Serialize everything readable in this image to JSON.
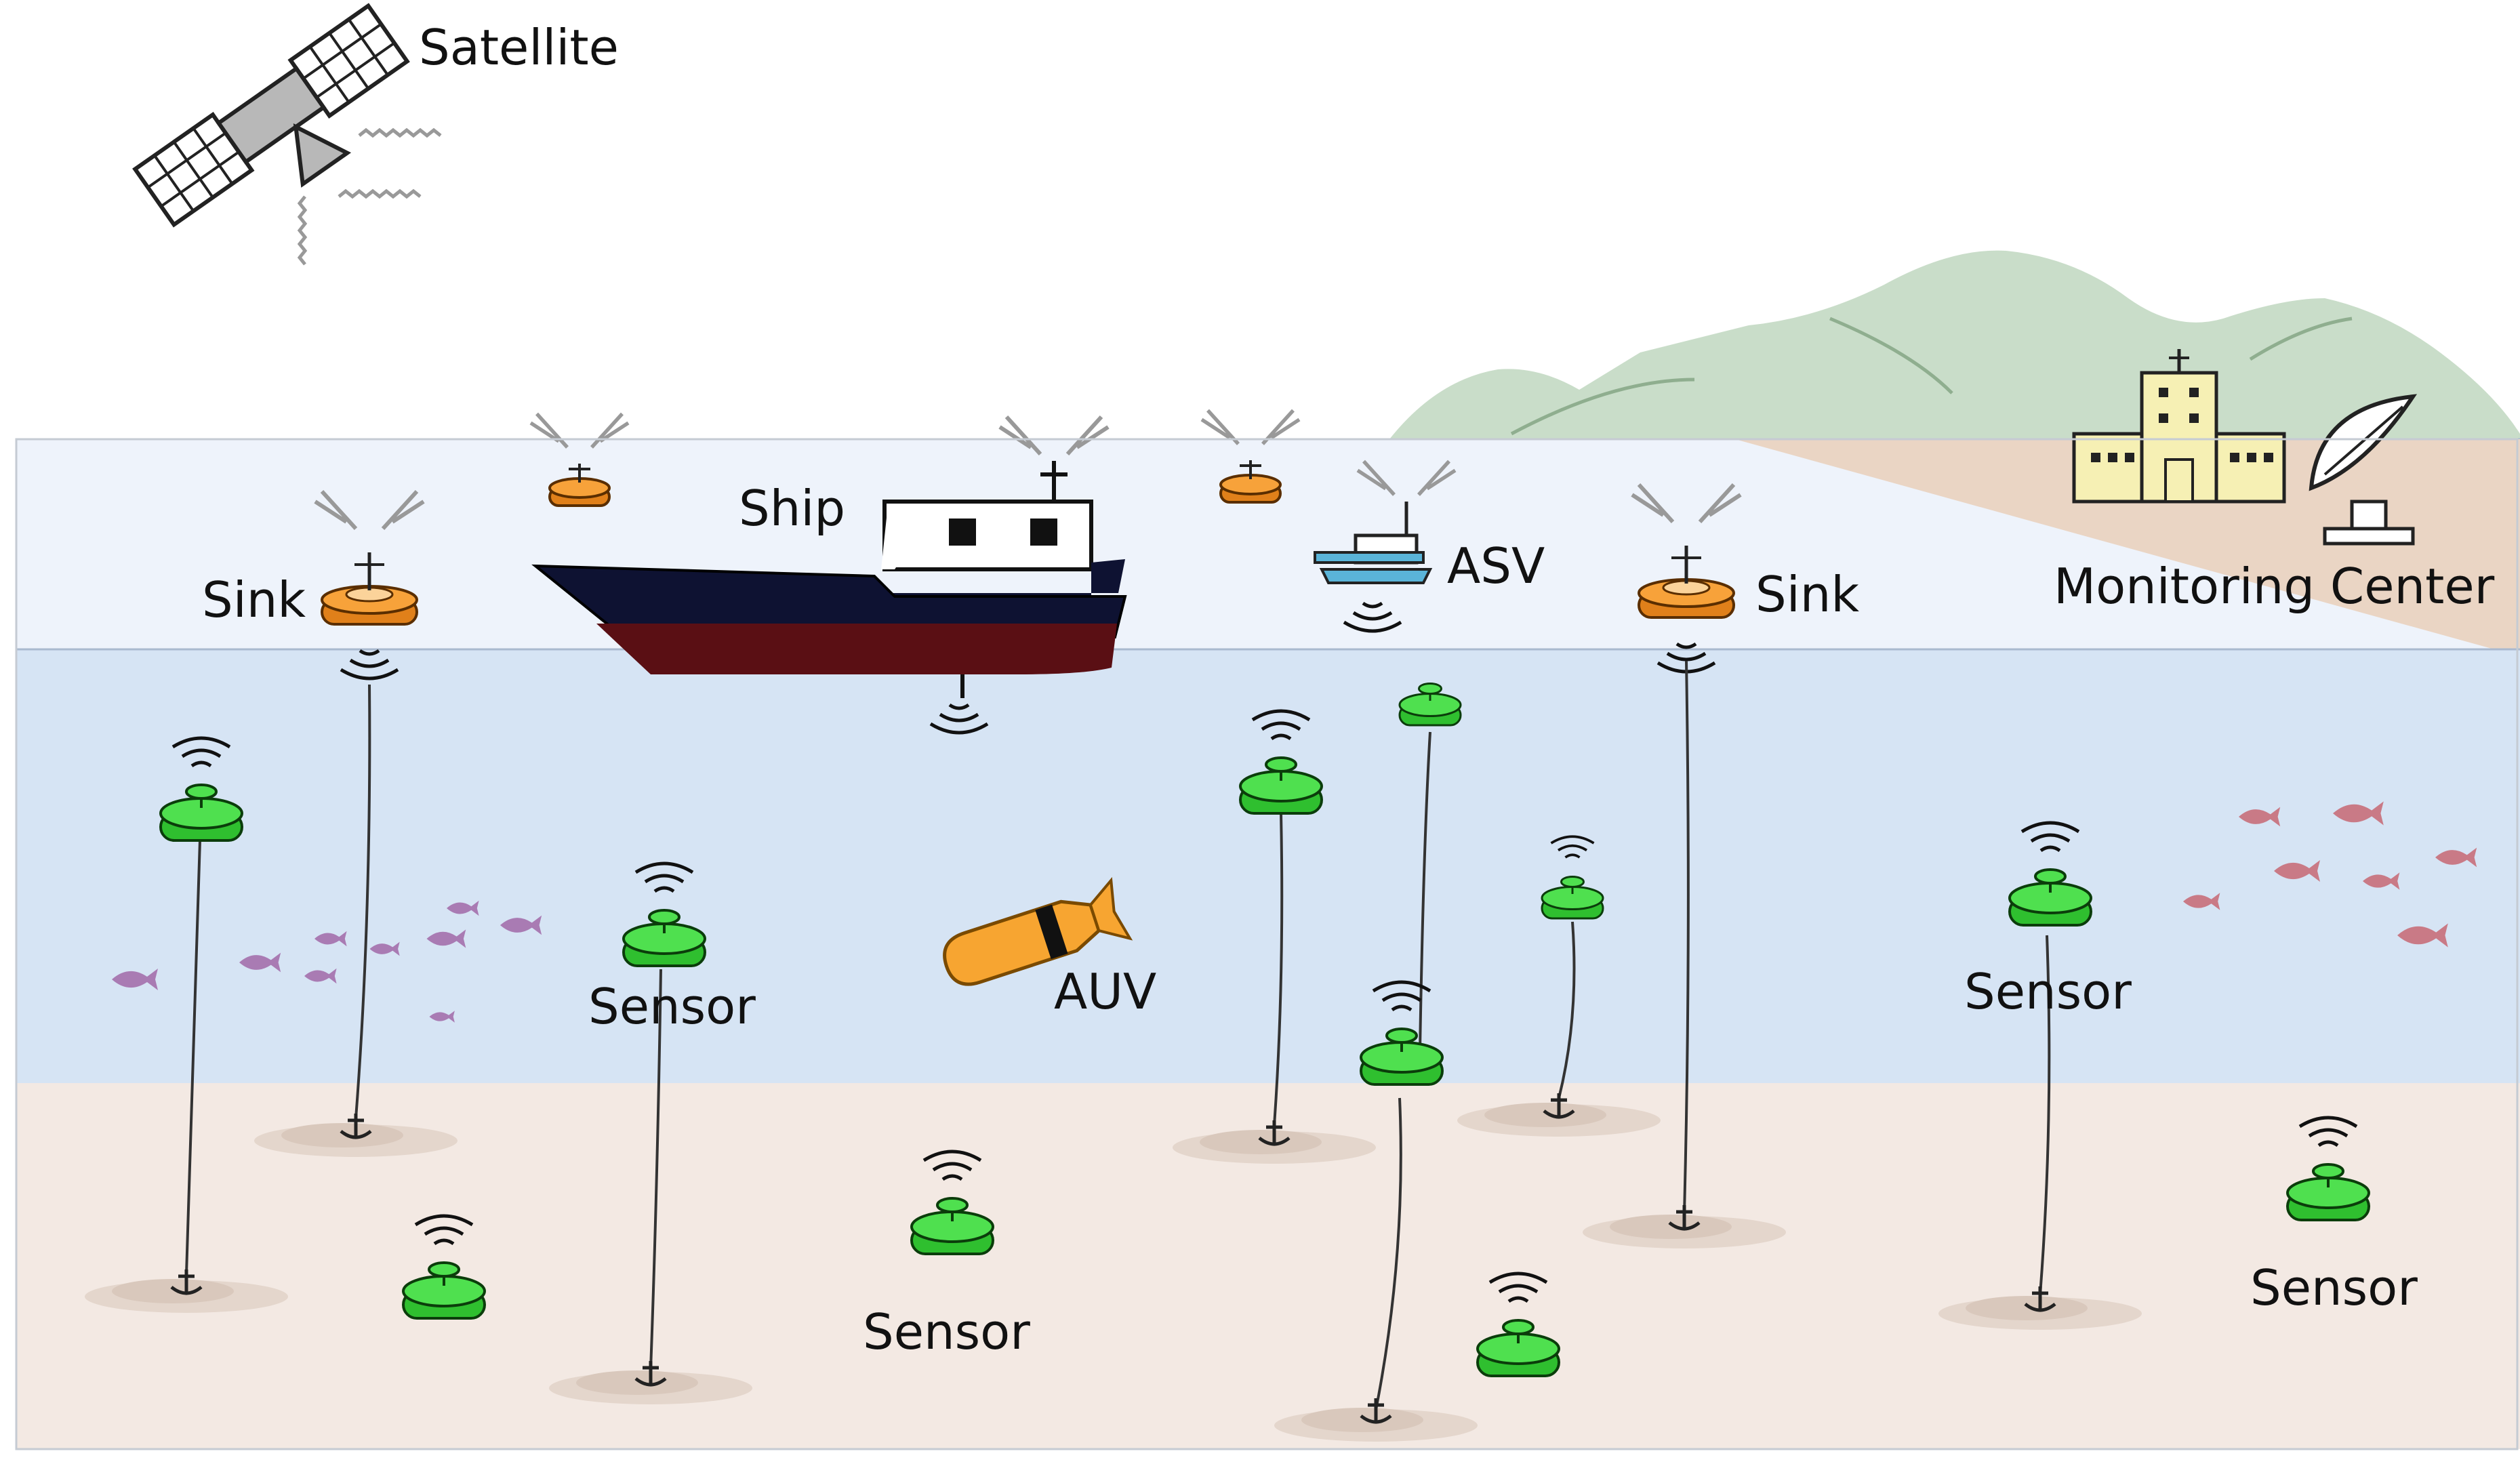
{
  "labels": {
    "satellite": "Satellite",
    "ship": "Ship",
    "sink_left": "Sink",
    "sink_right": "Sink",
    "asv": "ASV",
    "monitoring_center": "Monitoring Center",
    "auv": "AUV",
    "sensor_1": "Sensor",
    "sensor_2": "Sensor",
    "sensor_3": "Sensor",
    "sensor_4": "Sensor"
  },
  "icons": {
    "satellite": "satellite-icon",
    "ship": "ship-icon",
    "sink": "sink-buoy-icon",
    "surface_buoy": "surface-buoy-icon",
    "asv": "asv-icon",
    "auv": "auv-icon",
    "sensor": "sensor-node-icon",
    "anchor": "anchor-icon",
    "building": "building-icon",
    "dish": "satellite-dish-icon",
    "fish": "fish-icon",
    "mountains": "mountains-icon"
  },
  "colors": {
    "sky": "#ffffff",
    "surface_water": "#eef3fb",
    "deep_water": "#d6e4f4",
    "seabed": "#f3e9e3",
    "shore": "#ead5c4",
    "mountain": "#c9ddc9",
    "sensor": "#3ddc3d",
    "sink": "#f5921e",
    "ship_hull": "#0e1232",
    "ship_stripe": "#5a0f14",
    "auv": "#f7a531",
    "fish_purple": "#a97bb3",
    "fish_red": "#c97a86",
    "building": "#f6f0b4"
  }
}
